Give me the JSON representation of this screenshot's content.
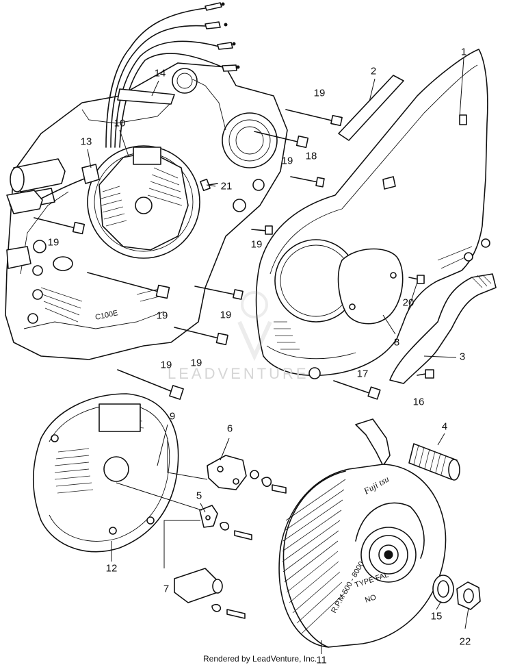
{
  "footer_text": "Rendered by LeadVenture, Inc.",
  "watermark_text": "LEADVENTURE",
  "engraving": {
    "crankcase": "C100E",
    "flywheel_type": "TYPE FAL",
    "flywheel_no": "NO",
    "flywheel_rpm": "R.P.M 500 - 8000"
  },
  "callouts": [
    {
      "id": "c1",
      "text": "1"
    },
    {
      "id": "c2",
      "text": "2"
    },
    {
      "id": "c3",
      "text": "3"
    },
    {
      "id": "c4",
      "text": "4"
    },
    {
      "id": "c5",
      "text": "5"
    },
    {
      "id": "c6",
      "text": "6"
    },
    {
      "id": "c7",
      "text": "7"
    },
    {
      "id": "c8",
      "text": "8"
    },
    {
      "id": "c9",
      "text": "9"
    },
    {
      "id": "c10",
      "text": "10"
    },
    {
      "id": "c11",
      "text": "11"
    },
    {
      "id": "c12",
      "text": "12"
    },
    {
      "id": "c13",
      "text": "13"
    },
    {
      "id": "c14",
      "text": "14"
    },
    {
      "id": "c15",
      "text": "15"
    },
    {
      "id": "c16",
      "text": "16"
    },
    {
      "id": "c17",
      "text": "17"
    },
    {
      "id": "c18",
      "text": "18"
    },
    {
      "id": "c19a",
      "text": "19"
    },
    {
      "id": "c19b",
      "text": "19"
    },
    {
      "id": "c19c",
      "text": "19"
    },
    {
      "id": "c19d",
      "text": "19"
    },
    {
      "id": "c19e",
      "text": "19"
    },
    {
      "id": "c19f",
      "text": "19"
    },
    {
      "id": "c19g",
      "text": "19"
    },
    {
      "id": "c19h",
      "text": "19"
    },
    {
      "id": "c20",
      "text": "20"
    },
    {
      "id": "c21",
      "text": "21"
    },
    {
      "id": "c22",
      "text": "22"
    }
  ]
}
